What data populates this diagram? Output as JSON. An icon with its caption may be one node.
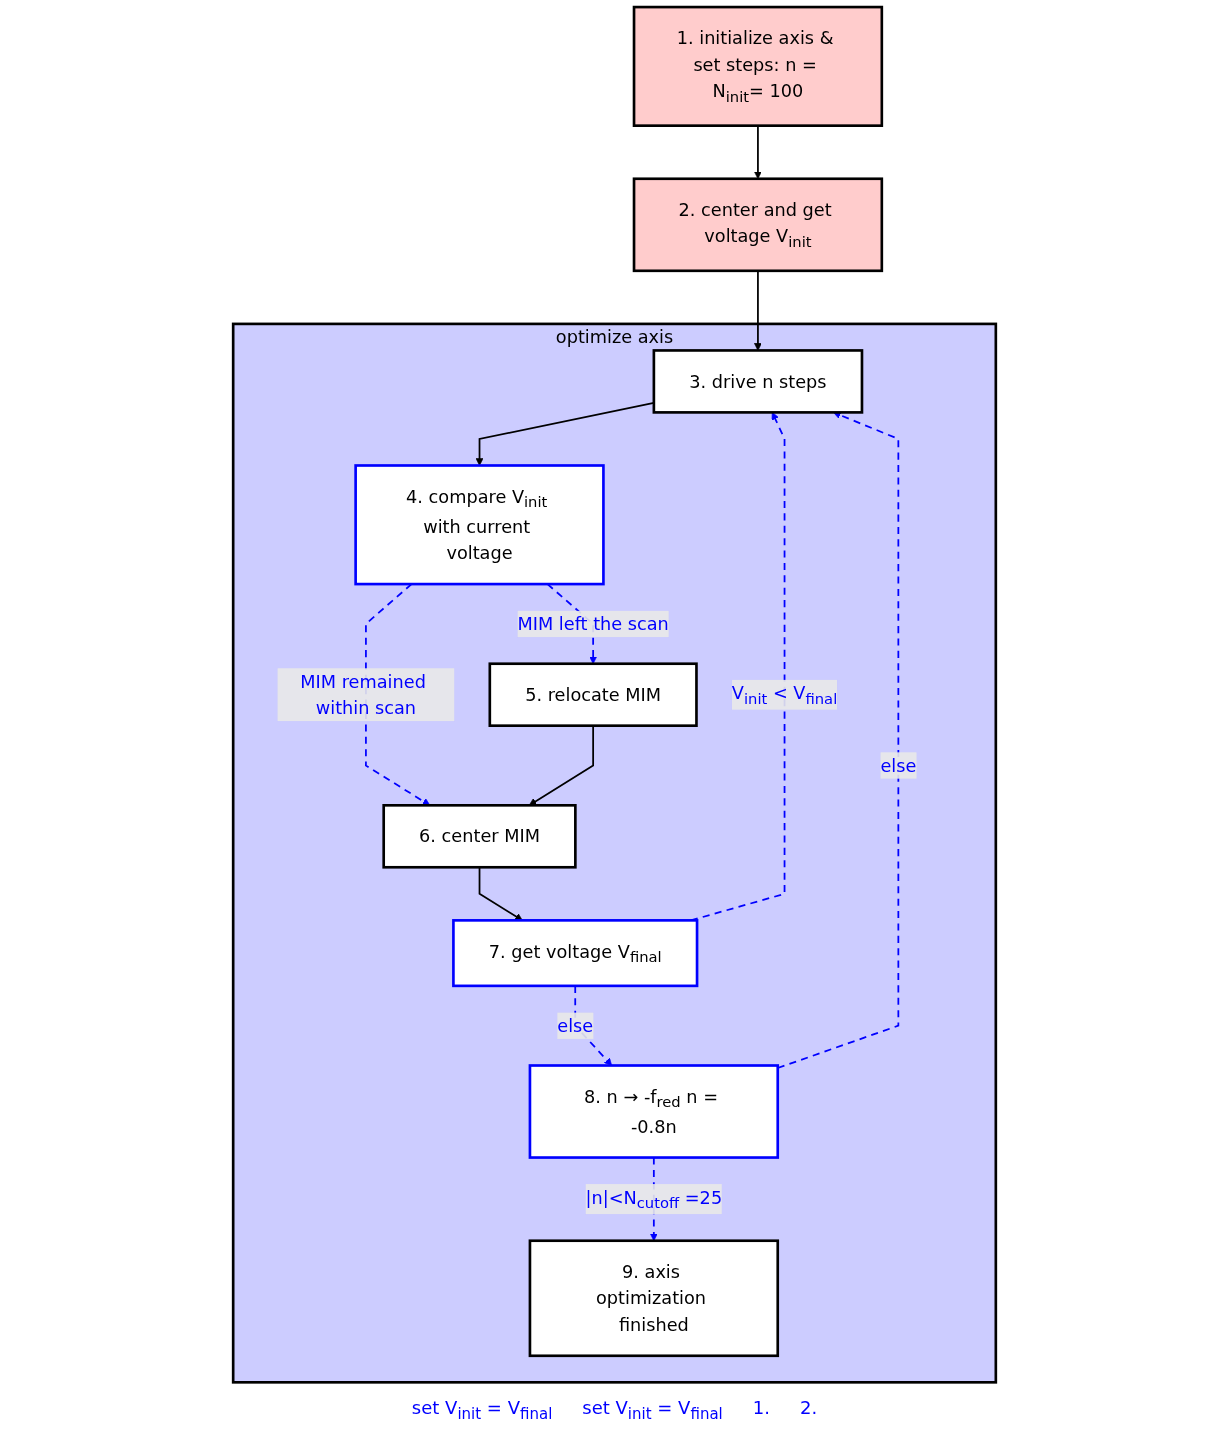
{
  "diagram": {
    "nodes": [
      {
        "text": [
          "1. initialize axis & set steps: n = N$_{init}$= 100"
        ]
      },
      {
        "text": [
          "2. center and get voltage V$_{init}$"
        ]
      },
      {
        "text": [
          "optimize axis"
        ]
      },
      {
        "text": [
          "3. drive n steps"
        ],
        "in": 2
      },
      {
        "text": [
          "4. compare V$_{init}$ with current voltage"
        ],
        "in": 2
      },
      {
        "text": [
          "5. relocate MIM"
        ],
        "in": 2
      },
      {
        "text": [
          "6. center MIM"
        ],
        "in": 2
      },
      {
        "text": [
          "7. get voltage V$_{final}$"
        ],
        "in": 2
      },
      {
        "text": [
          "8. n → -f$_{red}$ n = -0.8n"
        ],
        "in": 2
      },
      {
        "text": [
          "9. axis optimization finished"
        ],
        "in": 2
      }
    ],
    "edges": [
      {
        "from": 0,
        "to": 1,
        "arrow": "to",
        "color": "#000000"
      },
      {
        "from": 1,
        "to": 3,
        "arrow": "to",
        "color": "#000000"
      },
      {
        "from": 3,
        "to": 4,
        "arrow": "to",
        "color": "#000000"
      },
      {
        "from": 4,
        "to": 5,
        "arrow": "to",
        "style": "dashed",
        "label": "MIM left the scan"
      },
      {
        "from": 4,
        "to": 6,
        "arrow": "to",
        "style": "dashed",
        "label": "MIM remained within scan"
      },
      {
        "from": 5,
        "to": 6,
        "arrow": "to",
        "color": "#000000"
      },
      {
        "from": 6,
        "to": 7,
        "arrow": "to",
        "color": "#000000"
      },
      {
        "from": 7,
        "to": 8,
        "arrow": "to",
        "style": "dashed",
        "label": "else"
      },
      {
        "from": 7,
        "to": 3,
        "arrow": "to",
        "style": "dashed",
        "label": "V$_{init}$ < V$_{final}$"
      },
      {
        "from": 8,
        "to": 3,
        "arrow": "to",
        "style": "dashed",
        "label": "else"
      },
      {
        "from": 8,
        "to": 9,
        "arrow": "to",
        "style": "dashed",
        "label": "|n|<N$_{cutoff}$ =25"
      }
    ],
    "labels": [
      "set V$_{init}$ = V$_{final}$",
      "set V$_{init}$ = V$_{final}$",
      "1.",
      "2."
    ]
  }
}
